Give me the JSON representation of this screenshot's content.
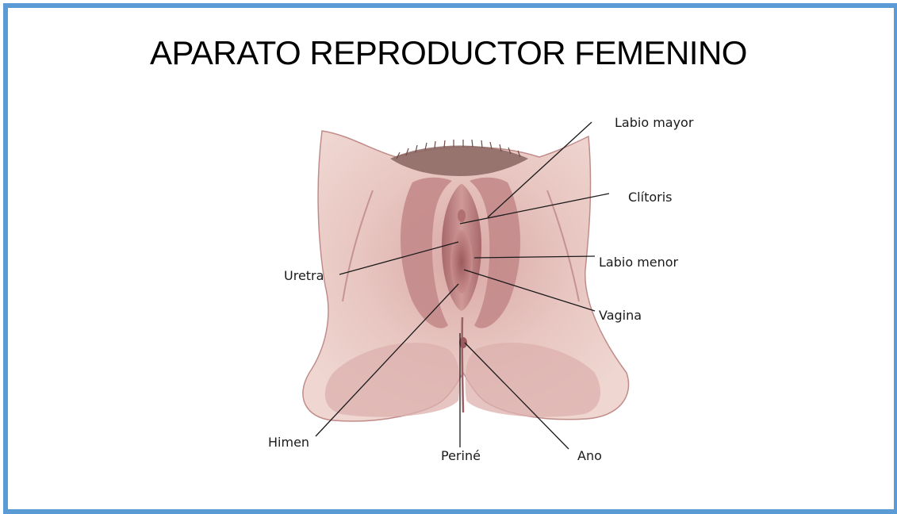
{
  "slide": {
    "title": "APARATO REPRODUCTOR FEMENINO",
    "border_color": "#5b9bd5"
  },
  "illustration": {
    "description_icon": "anatomy-illustration",
    "skin_color": "#e7c3be",
    "shadow_color": "#b4777a",
    "hair_color": "#7a5a55"
  },
  "labels": {
    "labio_mayor": "Labio mayor",
    "clitoris": "Clítoris",
    "uretra": "Uretra",
    "labio_menor": "Labio menor",
    "vagina": "Vagina",
    "himen": "Himen",
    "perine": "Periné",
    "ano": "Ano"
  }
}
